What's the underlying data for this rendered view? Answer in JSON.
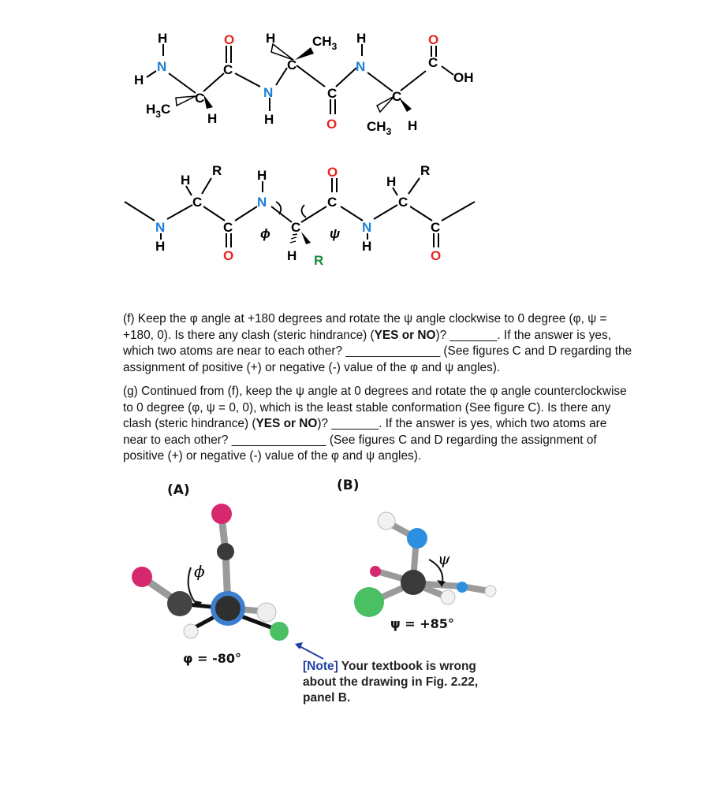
{
  "structure1": {
    "atoms": {
      "n_h_top": "H",
      "n_left": "N",
      "n_h_left": "H",
      "c_carbonyl1": "C",
      "o1": "O",
      "ca1": "C",
      "ca1_ch3": "H3C",
      "ca1_h": "H",
      "n_mid": "N",
      "n_mid_h": "H",
      "ca2_h": "H",
      "ca2_ch3": "CH3",
      "ca2": "C",
      "c_carbonyl2": "C",
      "o2": "O",
      "n_right_h": "H",
      "n_right": "N",
      "ca3": "C",
      "ca3_ch3": "CH3",
      "ca3_h": "H",
      "c_acid": "C",
      "o3": "O",
      "oh": "OH"
    }
  },
  "structure2": {
    "atoms": {
      "n1": "N",
      "n1_h": "H",
      "ca1_h": "H",
      "ca1_r": "R",
      "ca1": "C",
      "c1": "C",
      "o1": "O",
      "n2_h": "H",
      "n2": "N",
      "phi": "ϕ",
      "ca2": "C",
      "ca2_h": "H",
      "ca2_r": "R",
      "psi": "ψ",
      "c2": "C",
      "o2": "O",
      "n3": "N",
      "n3_h": "H",
      "ca3_h": "H",
      "ca3_r": "R",
      "ca3": "C",
      "c3": "C",
      "o3": "O"
    },
    "colors": {
      "oxygen": "#e6261f",
      "nitrogen": "#1c7fd6",
      "side_chain": "#1a8a3a",
      "bond": "#000000"
    }
  },
  "question_f": {
    "t1": "(f) Keep the φ angle at +180 degrees and rotate the ψ angle clockwise to 0 degree (φ, ψ = +180, 0). Is there any clash (steric hindrance) (",
    "bold1": "YES or NO",
    "t2": ")? _______. If the answer is yes, which two atoms are near to each other? ______________ (See figures C and D regarding the assignment of positive (+) or negative (-) value of the φ and ψ angles)."
  },
  "question_g": {
    "t1": "(g) Continued from (f), keep the ψ angle at 0 degrees and rotate the φ angle counterclockwise to 0 degree (φ, ψ = 0, 0), which is the least stable conformation (See figure C). Is there any clash (steric hindrance) (",
    "bold1": "YES or NO",
    "t2": ")? _______. If the answer is yes, which two atoms are near to each other? ______________ (See figures C and D regarding the assignment of positive (+) or negative (-) value of the φ and ψ angles)."
  },
  "panel_a": {
    "label": "(A)",
    "phi_symbol": "ϕ",
    "angle": "φ = -80°"
  },
  "panel_b": {
    "label": "(B)",
    "psi_symbol": "ψ",
    "angle": "ψ = +85°"
  },
  "note": {
    "tag": "[Note]",
    "text": " Your textbook is wrong about the drawing in Fig. 2.22, panel B."
  },
  "ball_colors": {
    "carbon": "#3a3a3a",
    "oxygen": "#d6286e",
    "nitrogen": "#2d8fe0",
    "hydrogen": "#f0f0f0",
    "side_chain": "#4bbf64",
    "alpha_ring": "#3c7fd0"
  }
}
